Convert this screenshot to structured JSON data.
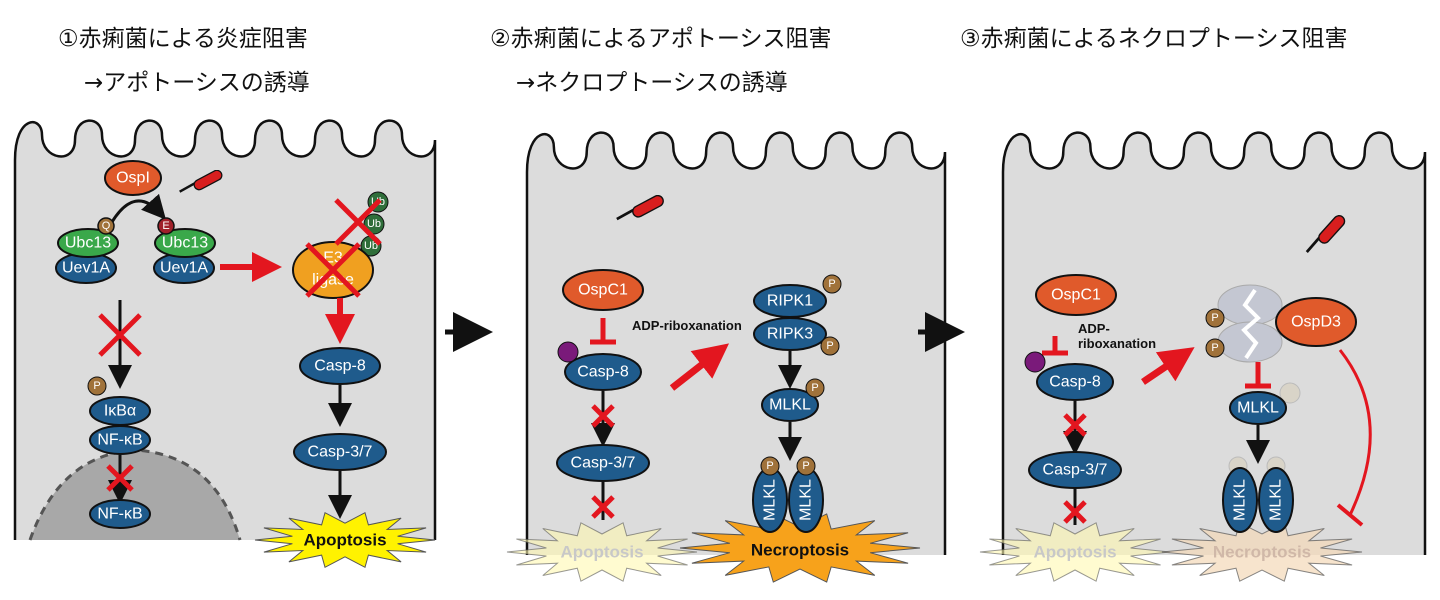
{
  "panels": [
    {
      "title_line1": "①赤痢菌による炎症阻害",
      "title_line2": "→アポトーシスの誘導",
      "labels": {
        "effector": "OspI",
        "q": "Q",
        "e": "E",
        "ubc13_a": "Ubc13",
        "uev1a_a": "Uev1A",
        "ubc13_b": "Ubc13",
        "uev1a_b": "Uev1A",
        "e3_line1": "E3",
        "e3_line2": "ligase",
        "ub1": "Ub",
        "ub2": "Ub",
        "ub3": "Ub",
        "p": "P",
        "ikba": "IκBα",
        "nfkb": "NF-κB",
        "nfkb_nucleus": "NF-κB",
        "casp8": "Casp-8",
        "casp37": "Casp-3/7",
        "apoptosis": "Apoptosis"
      }
    },
    {
      "title_line1": "②赤痢菌によるアポトーシス阻害",
      "title_line2": "→ネクロプトーシスの誘導",
      "labels": {
        "effector": "OspC1",
        "modification": "ADP-riboxanation",
        "casp8": "Casp-8",
        "casp37": "Casp-3/7",
        "ripk1": "RIPK1",
        "ripk3": "RIPK3",
        "mlkl": "MLKL",
        "mlkl_a": "MLKL",
        "mlkl_b": "MLKL",
        "p": "P",
        "apoptosis": "Apoptosis",
        "necroptosis": "Necroptosis"
      }
    },
    {
      "title_line1": "③赤痢菌によるネクロプトーシス阻害",
      "labels": {
        "effector": "OspC1",
        "modification_line1": "ADP-",
        "modification_line2": "riboxanation",
        "casp8": "Casp-8",
        "casp37": "Casp-3/7",
        "ospd3": "OspD3",
        "mlkl": "MLKL",
        "mlkl_a": "MLKL",
        "mlkl_b": "MLKL",
        "p": "P",
        "apoptosis": "Apoptosis",
        "necroptosis": "Necroptosis"
      }
    }
  ],
  "colors": {
    "cell": "#dcdcdc",
    "effector": "#e05a2b",
    "ubc13": "#3aa84a",
    "blue_protein": "#1f5b8c",
    "e3_ligase": "#f0a020",
    "ubiquitin": "#2f6e3a",
    "phosphate": "#a0723a",
    "inhibition": "#e3161f",
    "adp_ribose": "#7a1a7a",
    "apoptosis": "#fff200",
    "necroptosis": "#f7a21b"
  }
}
